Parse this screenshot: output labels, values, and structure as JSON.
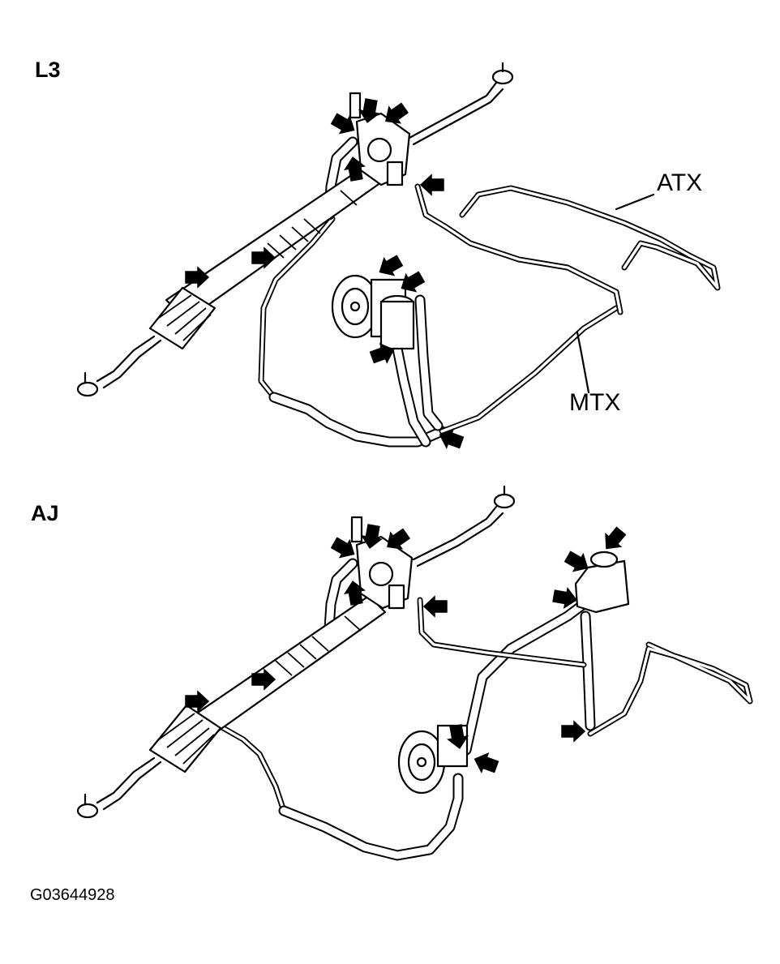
{
  "labels": {
    "l3": "L3",
    "aj": "AJ",
    "atx": "ATX",
    "mtx": "MTX",
    "figure_id": "G03644928"
  },
  "colors": {
    "ink": "#000000",
    "paper": "#ffffff"
  }
}
